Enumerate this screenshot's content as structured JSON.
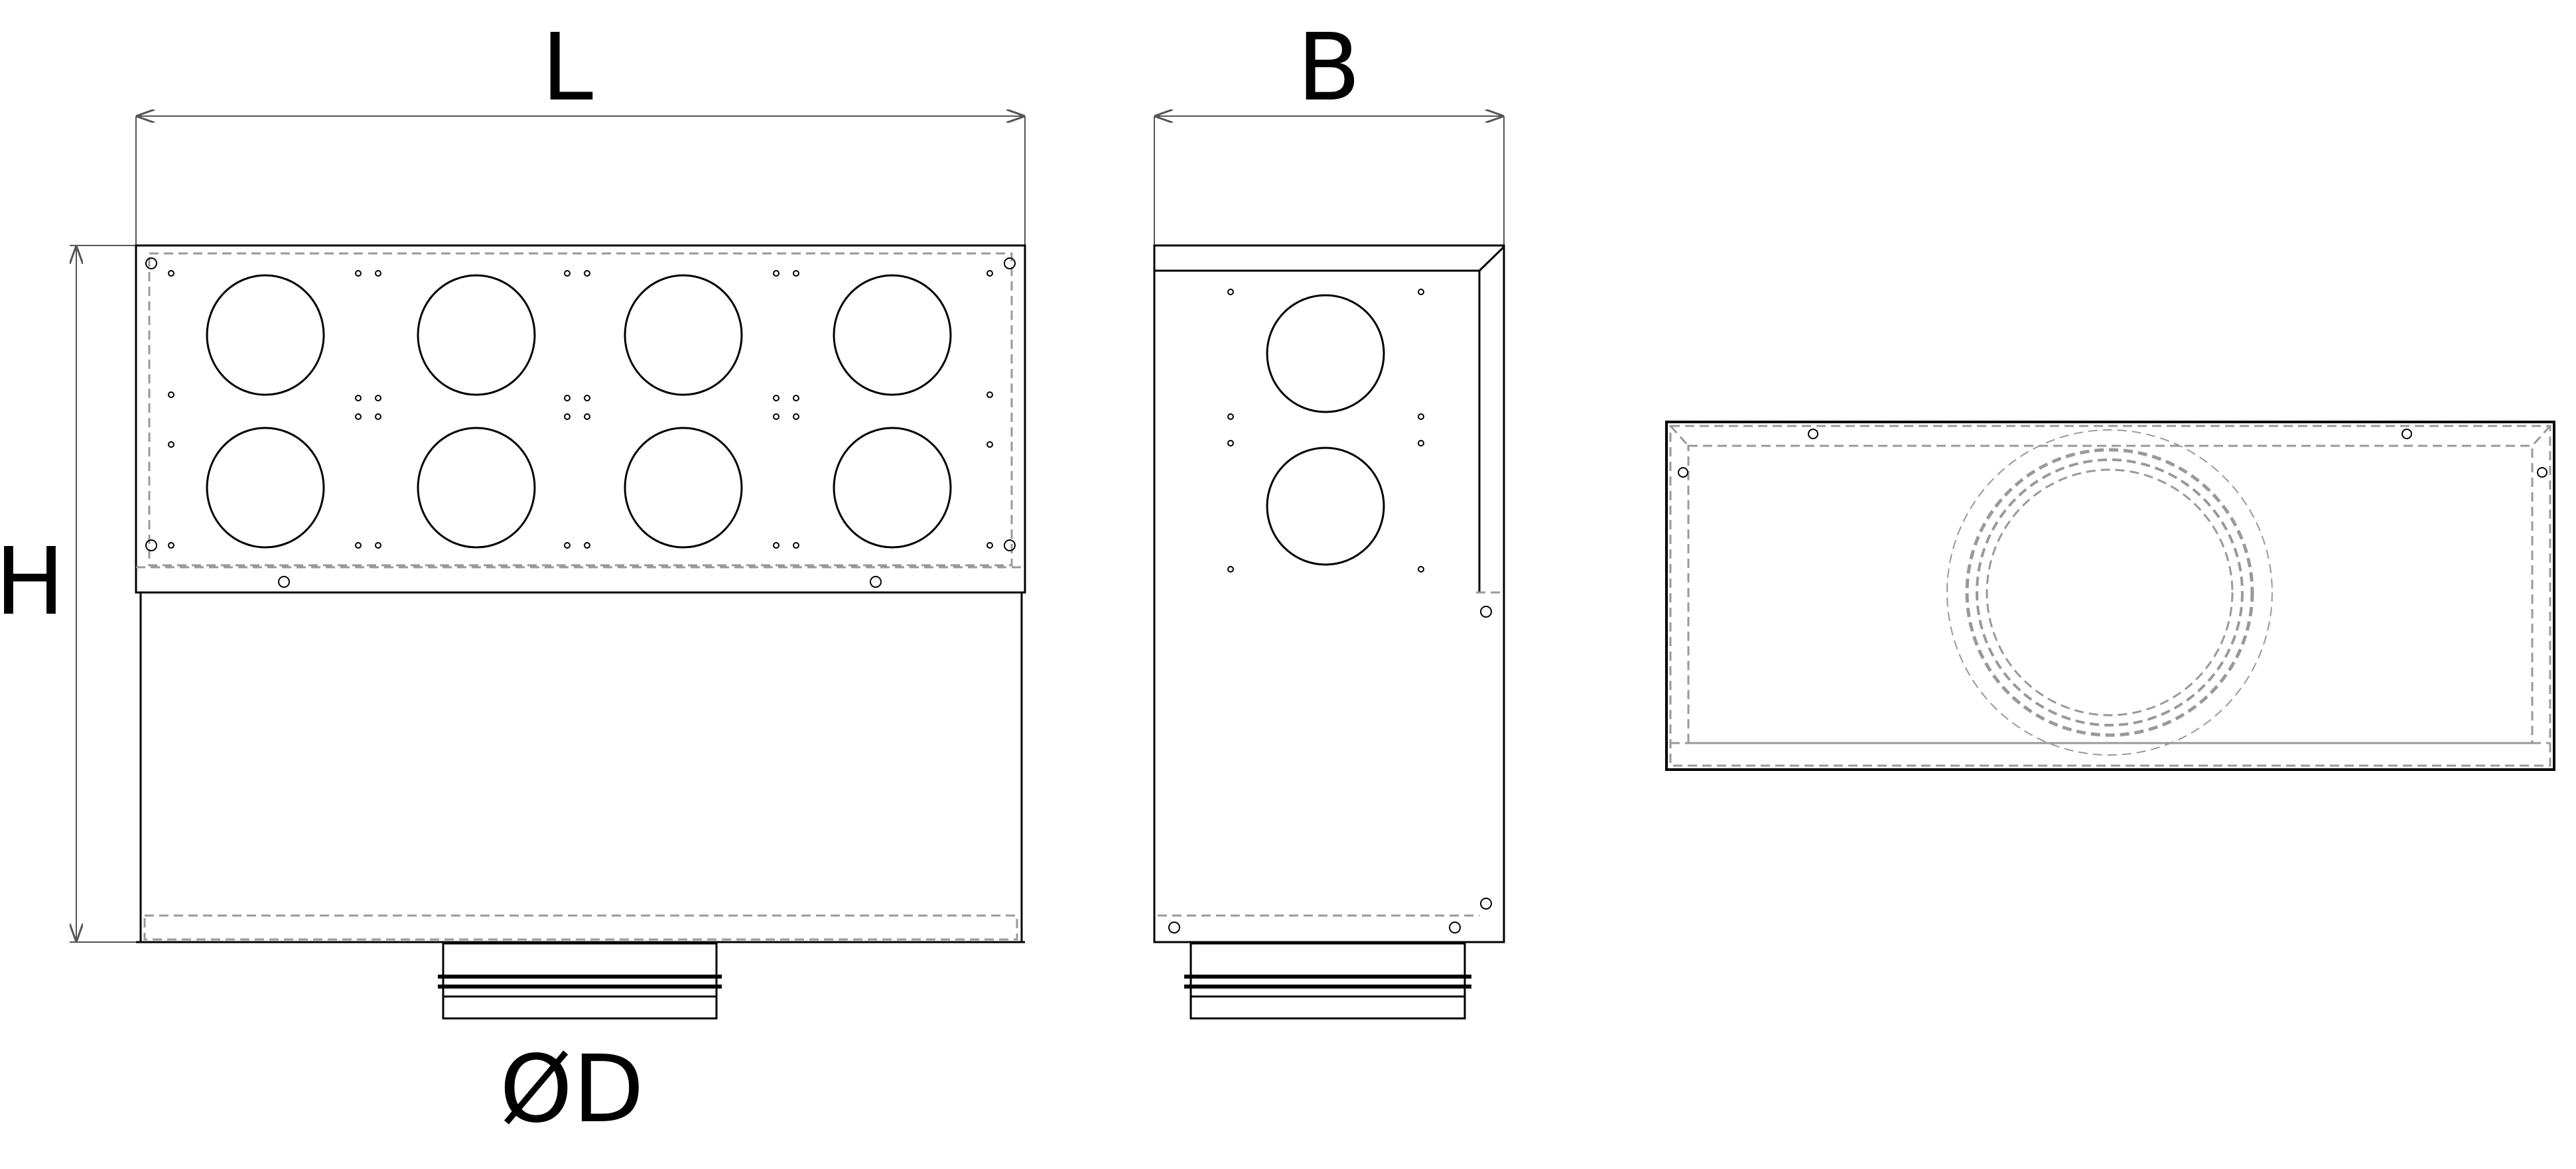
{
  "dimensions": {
    "length_label": "L",
    "width_label": "B",
    "height_label": "H",
    "diameter_label": "ØD"
  },
  "views": {
    "front": {
      "outlet_count_rows": 2,
      "outlet_count_cols": 4
    },
    "side": {
      "outlet_count": 2
    },
    "top": {
      "spigot_count": 1
    }
  },
  "colors": {
    "line": "#000000",
    "hidden_line": "#999999",
    "background": "#ffffff"
  }
}
